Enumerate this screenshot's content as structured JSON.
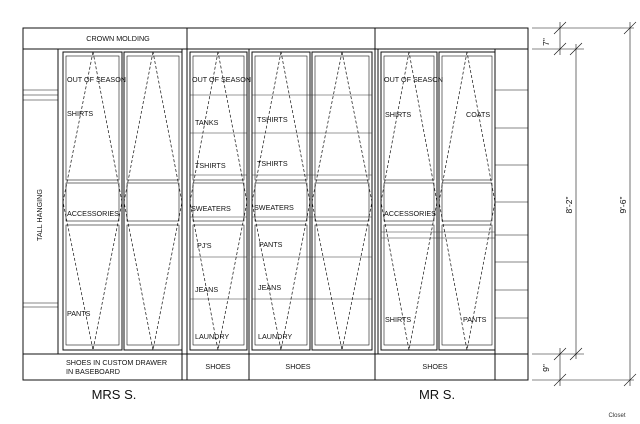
{
  "labels": {
    "crown": "CROWN MOLDING",
    "tall_hanging": "TALL HANGING",
    "out_of_season": "OUT OF SEASON",
    "shirts": "SHIRTS",
    "accessories": "ACCESSORIES",
    "pants": "PANTS",
    "tanks": "TANKS",
    "tshirts": "TSHIRTS",
    "sweaters": "SWEATERS",
    "pjs": "PJ'S",
    "jeans": "JEANS",
    "laundry": "LAUNDRY",
    "coats": "COATS",
    "shoes": "SHOES",
    "shoes_drawer_1": "SHOES IN CUSTOM DRAWER",
    "shoes_drawer_2": "IN BASEBOARD",
    "mrs": "MRS S.",
    "mr": "MR S.",
    "corner": "Closet"
  },
  "dimensions": {
    "top": "7\"",
    "middle": "8'-2\"",
    "bottom": "9\"",
    "overall": "9'-6\""
  }
}
